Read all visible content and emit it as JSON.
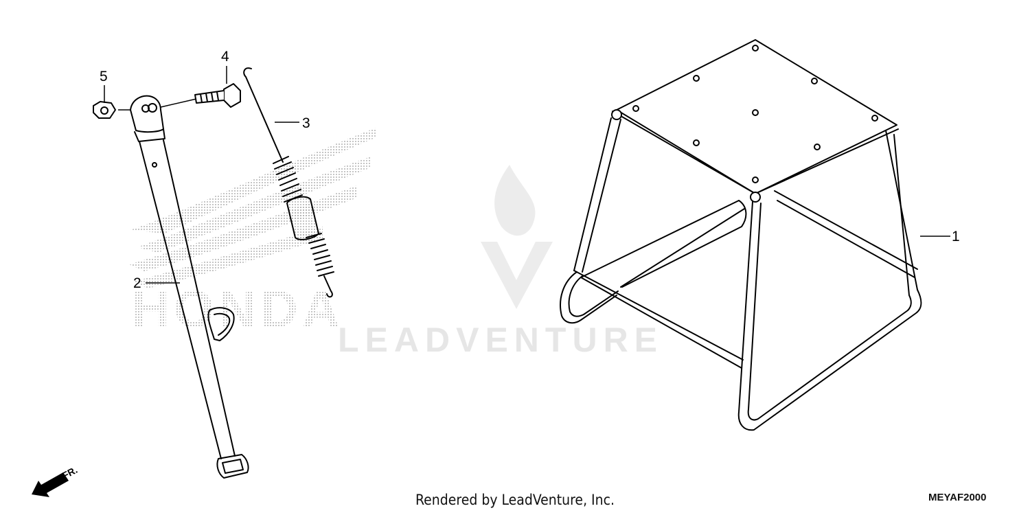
{
  "diagram": {
    "callouts": [
      {
        "id": "1",
        "label": "1"
      },
      {
        "id": "2",
        "label": "2"
      },
      {
        "id": "3",
        "label": "3"
      },
      {
        "id": "4",
        "label": "4"
      },
      {
        "id": "5",
        "label": "5"
      }
    ],
    "front_indicator": "FR.",
    "watermark_brand": "LEADVENTURE",
    "background_logo_text": "HONDA"
  },
  "footer": {
    "rendered_by": "Rendered by LeadVenture, Inc.",
    "diagram_code": "MEYAF2000"
  }
}
